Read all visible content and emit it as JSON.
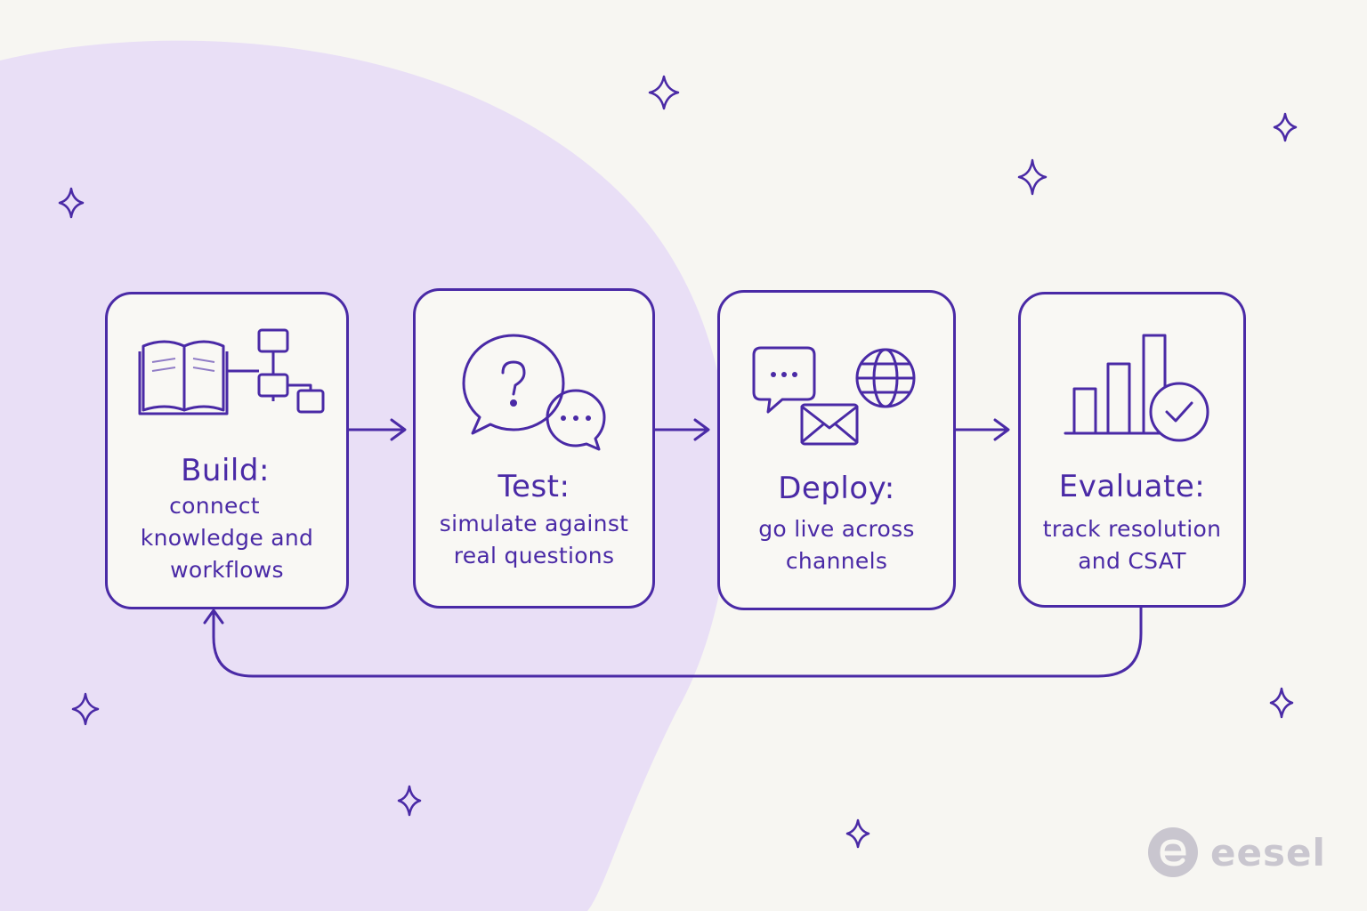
{
  "steps": [
    {
      "title": "Build:",
      "desc": [
        "connect",
        "knowledge and",
        "workflows"
      ],
      "icon": "book-flowchart-icon"
    },
    {
      "title": "Test:",
      "desc": [
        "simulate against",
        "real questions"
      ],
      "icon": "question-chat-bubbles-icon"
    },
    {
      "title": "Deploy:",
      "desc": [
        "go live across",
        "channels"
      ],
      "icon": "chat-email-globe-icon"
    },
    {
      "title": "Evaluate:",
      "desc": [
        "track resolution",
        "and CSAT"
      ],
      "icon": "bar-chart-check-icon"
    }
  ],
  "brand": {
    "name": "eesel",
    "icon": "eesel-logo-icon"
  },
  "colors": {
    "stroke": "#4a2aa6",
    "blob": "#e9dff6",
    "background": "#f7f6f2",
    "logo": "#c9c6cf"
  }
}
